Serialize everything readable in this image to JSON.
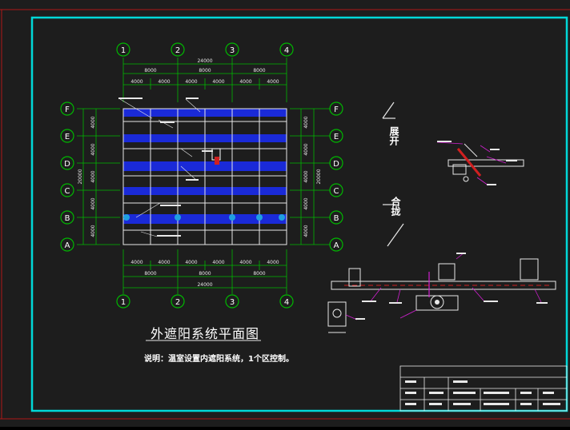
{
  "drawing": {
    "title": "外遮阳系统平面图",
    "note": "说明：温室设置内遮阳系统，1个区控制。",
    "label_unfold": "展开",
    "label_fold": "合拢"
  },
  "axes": {
    "columns": [
      "1",
      "2",
      "3",
      "4"
    ],
    "rows": [
      "F",
      "E",
      "D",
      "C",
      "B",
      "A"
    ]
  },
  "dimensions": {
    "top_total": "24000",
    "top_bays": [
      "8000",
      "8000",
      "8000"
    ],
    "top_sub": [
      "4000",
      "4000",
      "4000",
      "4000",
      "4000",
      "4000"
    ],
    "bottom_sub": [
      "4000",
      "4000",
      "4000",
      "4000",
      "4000",
      "4000"
    ],
    "bottom_bays": [
      "8000",
      "8000",
      "8000"
    ],
    "bottom_total": "24000",
    "left_rows": [
      "4000",
      "4000",
      "4000",
      "4000",
      "4000"
    ],
    "left_total": "20000",
    "right_rows": [
      "4000",
      "4000",
      "4000",
      "4000",
      "4000"
    ],
    "right_total": "20000"
  },
  "colors": {
    "frame": "#00d8d8",
    "border_red": "#b01818",
    "axis_circle": "#00b800",
    "dim_line": "#00b800",
    "panel_blue": "#1a2ad8",
    "beam_white": "#e8e8e8",
    "leader_magenta": "#d020d0"
  }
}
